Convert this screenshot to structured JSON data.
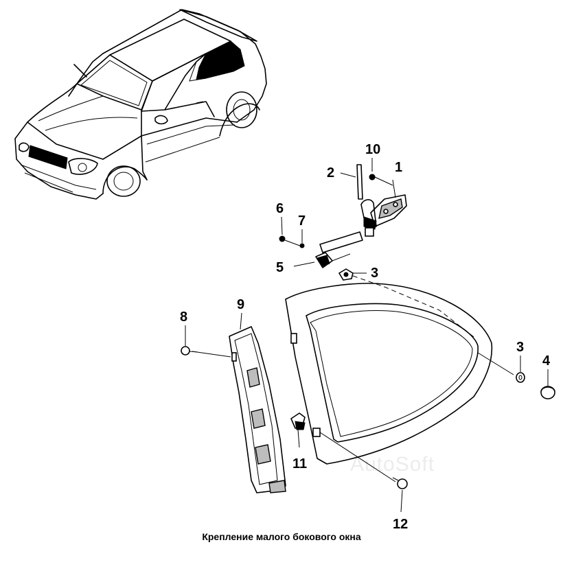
{
  "caption": "Крепление малого бокового окна",
  "watermark": "AutoSoft",
  "part_numbers": [
    "1",
    "2",
    "3",
    "3",
    "4",
    "5",
    "6",
    "7",
    "8",
    "9",
    "10",
    "11",
    "12"
  ]
}
